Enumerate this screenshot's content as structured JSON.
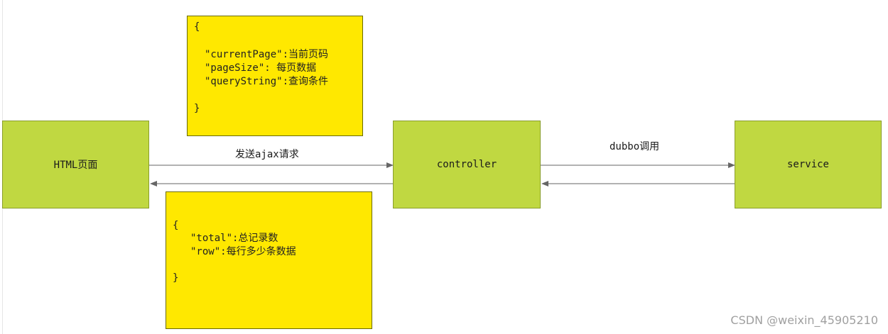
{
  "nodes": {
    "html_page": "HTML页面",
    "controller": "controller",
    "service": "service"
  },
  "edges": {
    "ajax_request": "发送ajax请求",
    "dubbo_call": "dubbo调用"
  },
  "request_note": {
    "open": "{",
    "current_page": "\"currentPage\":当前页码",
    "page_size": "\"pageSize\": 每页数据",
    "query_string": "\"queryString\":查询条件",
    "close": "}"
  },
  "response_note": {
    "open": "{",
    "total": "\"total\":总记录数",
    "row": "\"row\":每行多少条数据",
    "close": "}"
  },
  "watermark": "CSDN @weixin_45905210",
  "colors": {
    "node_fill": "#c0d841",
    "note_fill": "#ffe800",
    "arrow": "#666666"
  }
}
